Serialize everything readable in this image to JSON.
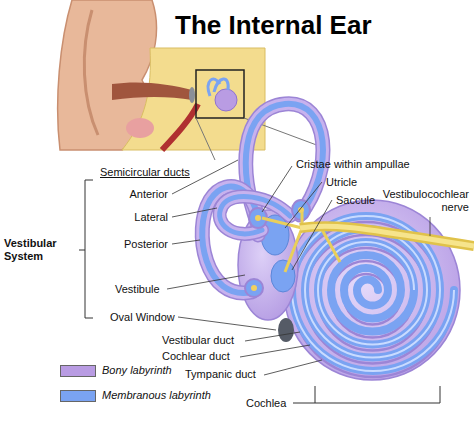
{
  "diagram": {
    "title": "The Internal Ear",
    "labels": [
      "Semicircular ducts",
      "Cristae within ampullae",
      "Utricle",
      "Anterior",
      "Saccule",
      "Vestibulocochlear nerve",
      "Lateral",
      "Vestibular System",
      "Posterior",
      "Vestibule",
      "Oval Window",
      "Vestibular duct",
      "Cochlear duct",
      "Tympanic duct",
      "Cochlea"
    ],
    "legend": [
      {
        "text": "Bony labyrinth",
        "color": "#b99ce3"
      },
      {
        "text": "Membranous labyrinth",
        "color": "#7aa3f2"
      }
    ]
  }
}
